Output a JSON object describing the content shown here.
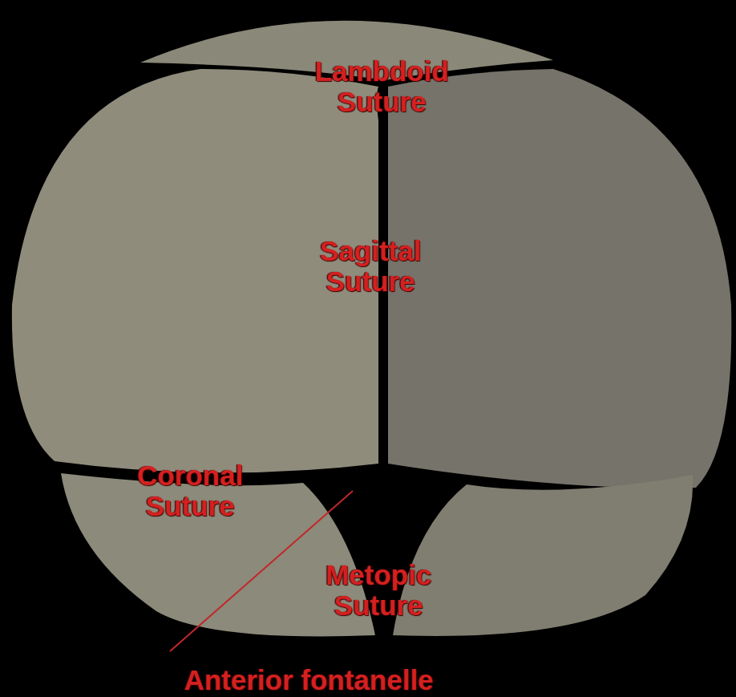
{
  "diagram": {
    "labels": [
      "Lambdoid Suture",
      "Sagittal Suture",
      "Coronal Suture",
      "Metopic Suture",
      "Anterior fontanelle"
    ]
  }
}
